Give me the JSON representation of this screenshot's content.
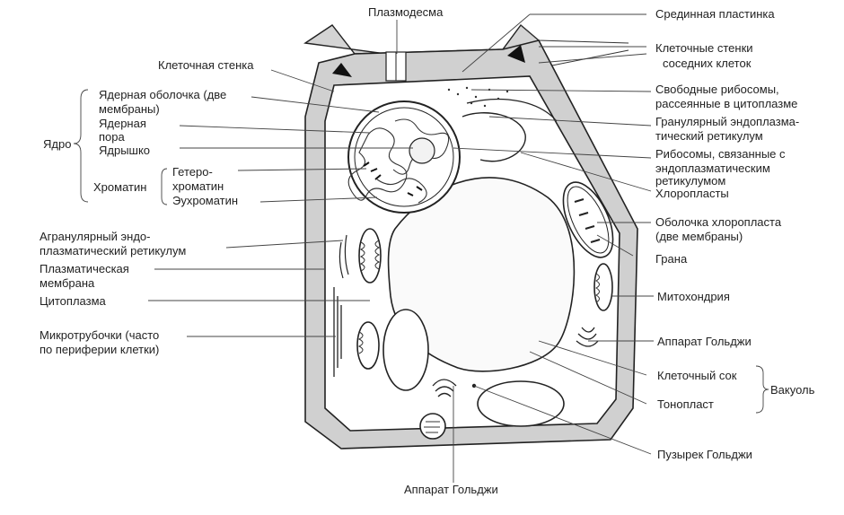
{
  "labels": {
    "plasmodesma": "Плазмодесма",
    "middle_lamella": "Срединная пластинка",
    "cell_wall": "Клеточная стенка",
    "neighbor_walls_1": "Клеточные стенки",
    "neighbor_walls_2": "соседних клеток",
    "free_ribosomes_1": "Свободные рибосомы,",
    "free_ribosomes_2": "рассеянные в цитоплазме",
    "granular_er_1": "Гранулярный эндоплазма-",
    "granular_er_2": "тический ретикулум",
    "bound_ribosomes_1": "Рибосомы, связанные с",
    "bound_ribosomes_2": "эндоплазматическим",
    "bound_ribosomes_3": "ретикулумом",
    "chloroplasts": "Хлоропласты",
    "chloroplast_envelope_1": "Оболочка хлоропласта",
    "chloroplast_envelope_2": "(две мембраны)",
    "grana": "Грана",
    "mitochondrion": "Митохондрия",
    "golgi_right": "Аппарат Гольджи",
    "cell_sap": "Клеточный сок",
    "vacuole": "Вакуоль",
    "tonoplast": "Тонопласт",
    "golgi_vesicle": "Пузырек Гольджи",
    "golgi_bottom": "Аппарат Гольджи",
    "nuclear_envelope_1": "Ядерная оболочка (две",
    "nuclear_envelope_2": "мембраны)",
    "nuclear_pore_1": "Ядерная",
    "nuclear_pore_2": "пора",
    "nucleolus": "Ядрышко",
    "nucleus": "Ядро",
    "chromatin": "Хроматин",
    "heterochromatin_1": "Гетеро-",
    "heterochromatin_2": "хроматин",
    "euchromatin": "Эухроматин",
    "agranular_er_1": "Агранулярный эндо-",
    "agranular_er_2": "плазматический ретикулум",
    "plasma_membrane_1": "Плазматическая",
    "plasma_membrane_2": "мембрана",
    "cytoplasm": "Цитоплазма",
    "microtubules_1": "Микротрубочки (часто",
    "microtubules_2": "по периферии клетки)"
  }
}
